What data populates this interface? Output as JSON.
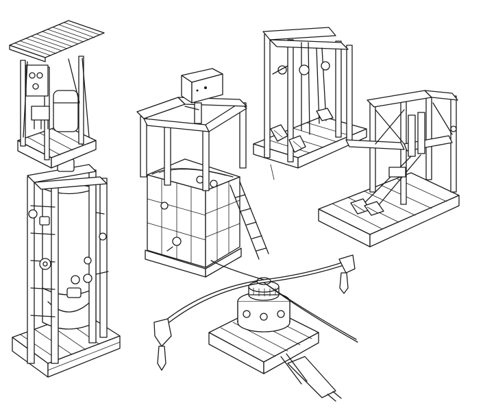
{
  "illustration": {
    "style": "line drawing",
    "line_color": "#1a1a1a",
    "background": "#ffffff",
    "objects": [
      {
        "name": "shower-stand",
        "icon": "corrugated-roof-shower-icon"
      },
      {
        "name": "pressure-tank-frame",
        "icon": "pressure-tank-icon"
      },
      {
        "name": "ibc-water-tank",
        "icon": "water-tank-ladder-icon"
      },
      {
        "name": "pedal-pump",
        "icon": "pedal-pump-icon"
      },
      {
        "name": "stepper-pump",
        "icon": "stepper-pump-icon"
      },
      {
        "name": "rotary-pump",
        "icon": "rotary-pump-icon"
      }
    ]
  }
}
